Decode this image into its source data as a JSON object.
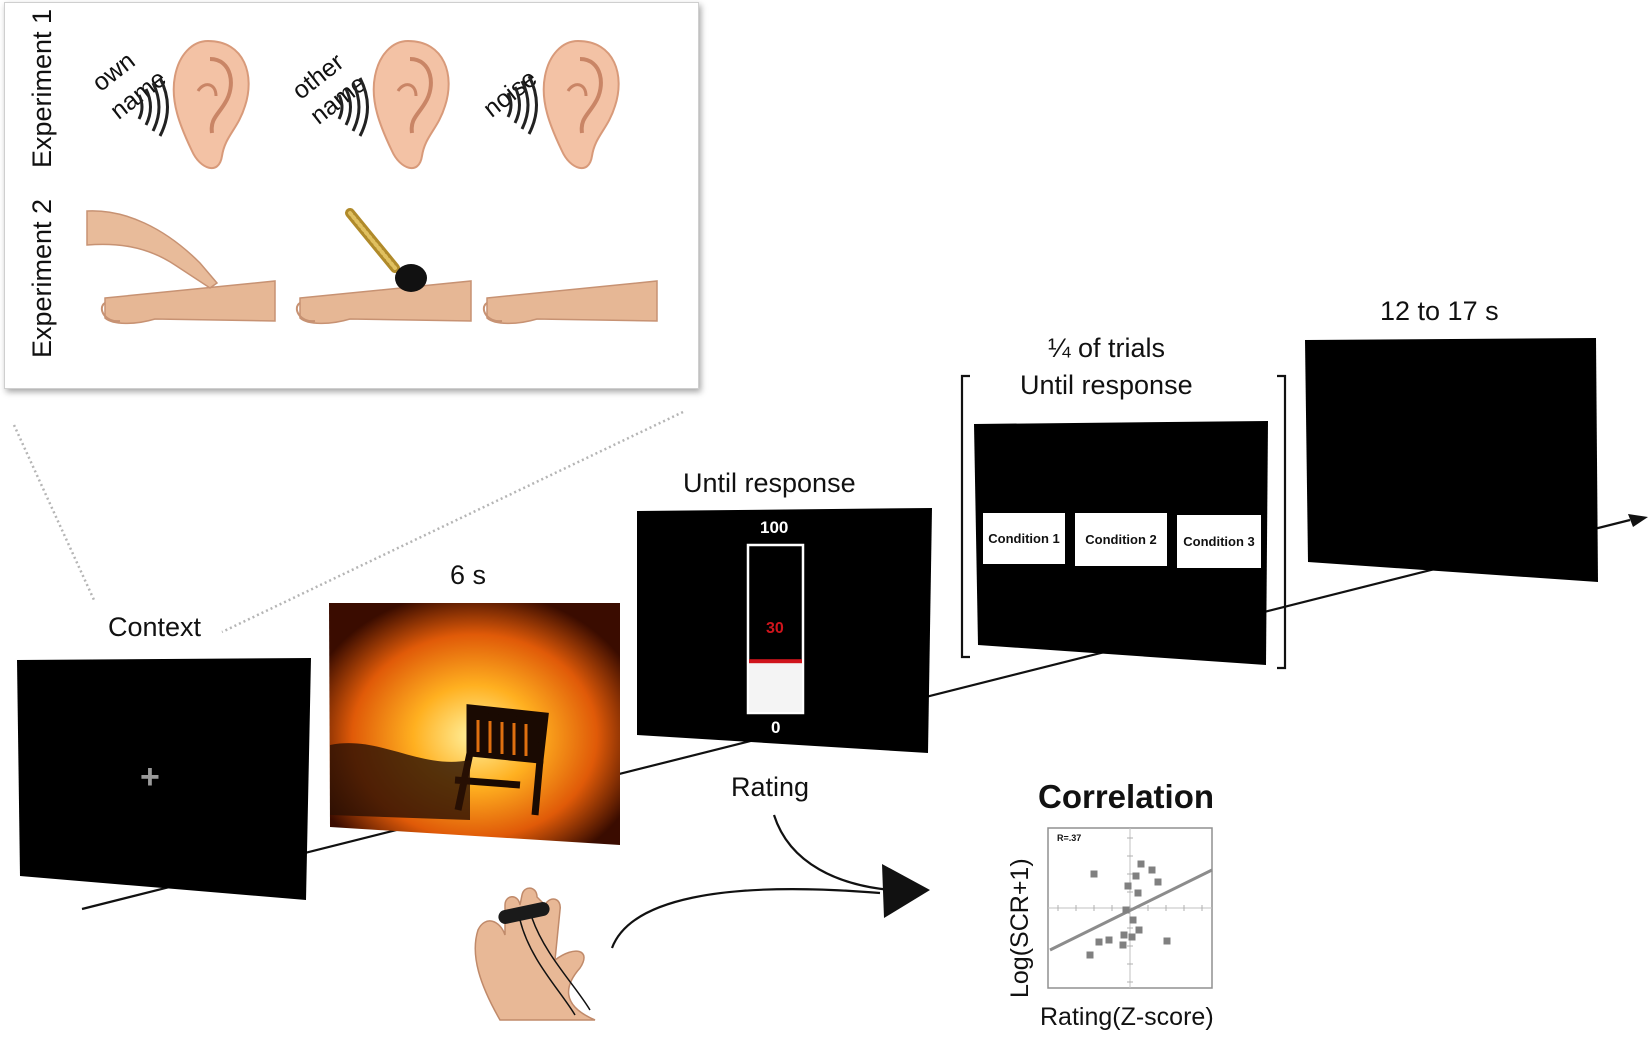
{
  "inset": {
    "experiment1_label": "Experiment 1",
    "experiment2_label": "Experiment 2",
    "exp1_stimuli": [
      "own name",
      "other name",
      "noise"
    ],
    "own_name_word1": "own",
    "own_name_word2": "name",
    "other_name_word1": "other",
    "other_name_word2": "name",
    "noise_word": "noise"
  },
  "trial": {
    "context_label": "Context",
    "picture_duration": "6 s",
    "rating_duration": "Until response",
    "condition_duration_line1": "¼ of trials",
    "condition_duration_line2": "Until response",
    "iti_duration": "12 to 17 s",
    "fixation_symbol": "+",
    "scale_max": "100",
    "scale_min": "0",
    "scale_value_label": "30",
    "scale_value": 30,
    "conditions": [
      "Condition 1",
      "Condition 2",
      "Condition 3"
    ]
  },
  "bottom": {
    "rating_label": "Rating",
    "correlation_title": "Correlation",
    "r_label": "R=.37",
    "xlabel": "Rating(Z-score)",
    "ylabel": "Log(SCR+1)"
  },
  "colors": {
    "screen": "#000000",
    "scale_marker": "#d0141c",
    "points": "#808080",
    "fit_line": "#8c8c8c"
  }
}
